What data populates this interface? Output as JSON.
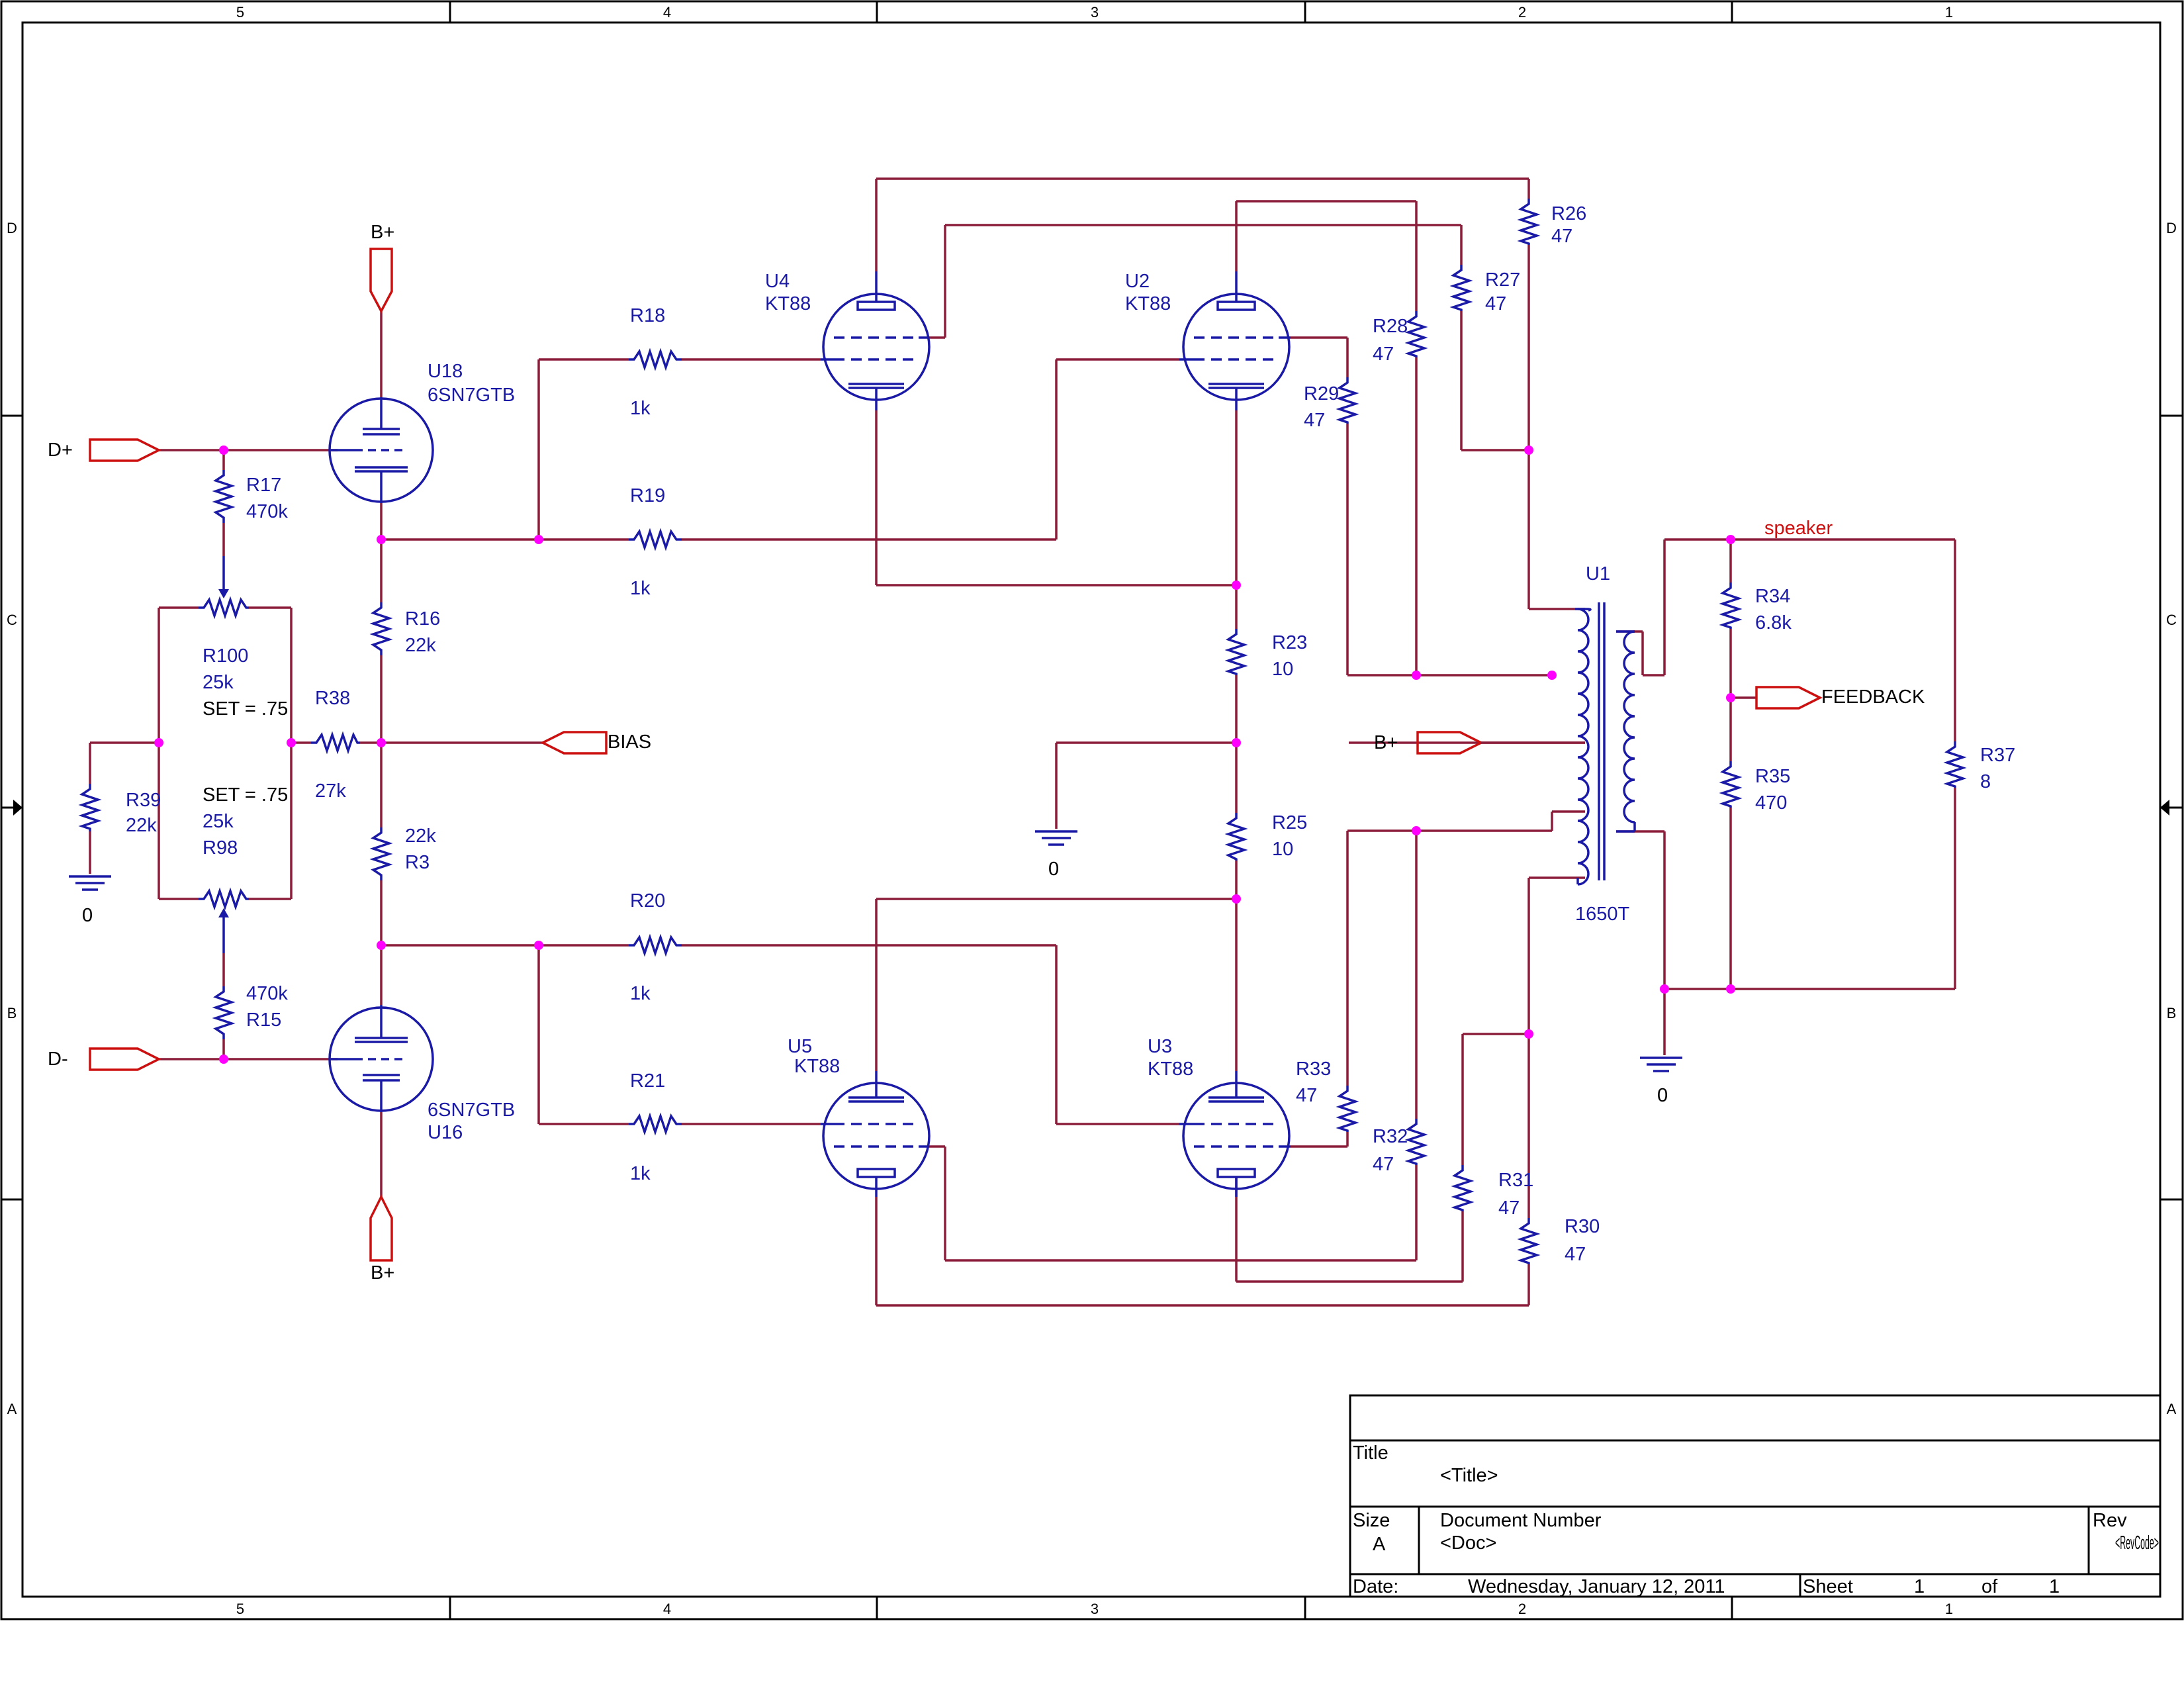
{
  "zones": {
    "columns": [
      "5",
      "4",
      "3",
      "2",
      "1"
    ],
    "rows": [
      "D",
      "C",
      "B",
      "A"
    ]
  },
  "ports": {
    "d_plus": "D+",
    "d_minus": "D-",
    "bplus_top": "B+",
    "bplus_bottom": "B+",
    "bplus_mid": "B+",
    "bias": "BIAS",
    "feedback": "FEEDBACK",
    "speaker": "speaker"
  },
  "tubes": {
    "U18": {
      "ref": "U18",
      "part": "6SN7GTB"
    },
    "U16": {
      "ref": "U16",
      "part": "6SN7GTB"
    },
    "U4": {
      "ref": "U4",
      "part": "KT88"
    },
    "U2": {
      "ref": "U2",
      "part": "KT88"
    },
    "U5": {
      "ref": "U5",
      "part": "KT88"
    },
    "U3": {
      "ref": "U3",
      "part": "KT88"
    }
  },
  "resistors": {
    "R17": {
      "ref": "R17",
      "value": "470k"
    },
    "R15": {
      "ref": "R15",
      "value": "470k"
    },
    "R100": {
      "ref": "R100",
      "value": "25k",
      "set": "SET = .75"
    },
    "R98": {
      "ref": "R98",
      "value": "25k",
      "set": "SET = .75"
    },
    "R39": {
      "ref": "R39",
      "value": "22k"
    },
    "R38": {
      "ref": "R38",
      "value": "27k"
    },
    "R16": {
      "ref": "R16",
      "value": "22k"
    },
    "R3": {
      "ref": "R3",
      "value": "22k"
    },
    "R18": {
      "ref": "R18",
      "value": "1k"
    },
    "R19": {
      "ref": "R19",
      "value": "1k"
    },
    "R20": {
      "ref": "R20",
      "value": "1k"
    },
    "R21": {
      "ref": "R21",
      "value": "1k"
    },
    "R23": {
      "ref": "R23",
      "value": "10"
    },
    "R25": {
      "ref": "R25",
      "value": "10"
    },
    "R26": {
      "ref": "R26",
      "value": "47"
    },
    "R27": {
      "ref": "R27",
      "value": "47"
    },
    "R28": {
      "ref": "R28",
      "value": "47"
    },
    "R29": {
      "ref": "R29",
      "value": "47"
    },
    "R30": {
      "ref": "R30",
      "value": "47"
    },
    "R31": {
      "ref": "R31",
      "value": "47"
    },
    "R32": {
      "ref": "R32",
      "value": "47"
    },
    "R33": {
      "ref": "R33",
      "value": "47"
    },
    "R34": {
      "ref": "R34",
      "value": "6.8k"
    },
    "R35": {
      "ref": "R35",
      "value": "470"
    },
    "R37": {
      "ref": "R37",
      "value": "8"
    }
  },
  "transformer": {
    "ref": "U1",
    "part": "1650T"
  },
  "grounds": {
    "g1": "0",
    "g2": "0",
    "g3": "0"
  },
  "title_block": {
    "title_label": "Title",
    "title_value": "<Title>",
    "size_label": "Size",
    "size_value": "A",
    "docnum_label": "Document Number",
    "docnum_value": "<Doc>",
    "rev_label": "Rev",
    "rev_value": "<RevCode>",
    "date_label": "Date:",
    "date_value": "Wednesday, January 12, 2011",
    "sheet_label": "Sheet",
    "sheet_num": "1",
    "of_label": "of",
    "sheet_total": "1"
  },
  "colors": {
    "wire": "#8b1c3a",
    "component": "#1a1aa6",
    "port": "#cc1010",
    "junction": "#ff00ff"
  }
}
